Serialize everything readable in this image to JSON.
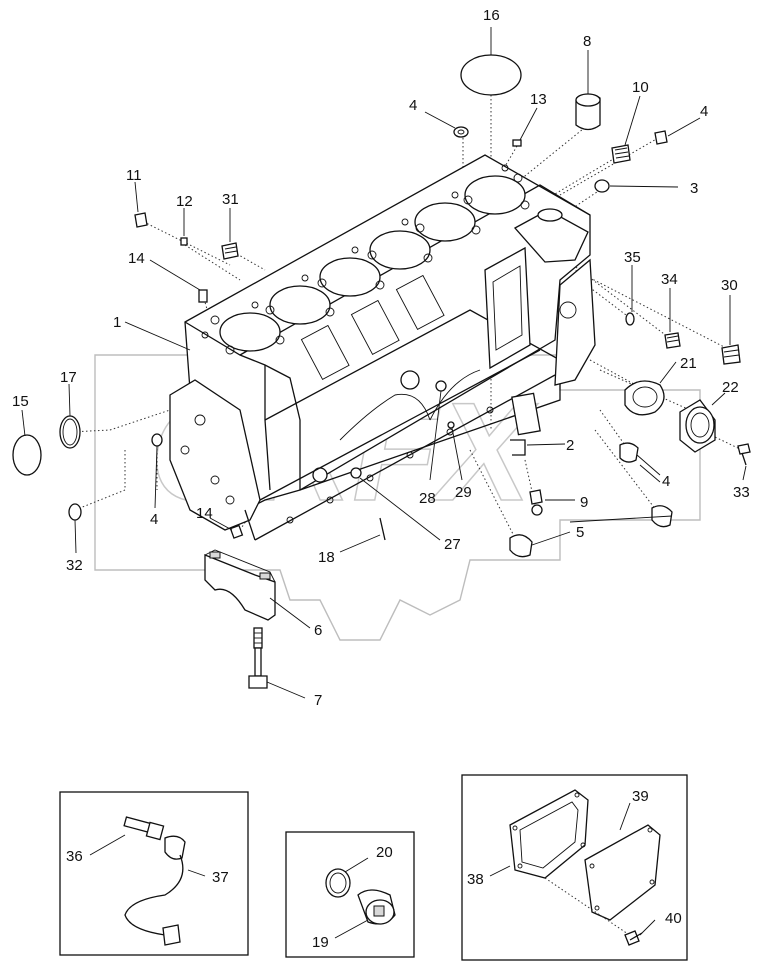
{
  "callouts": [
    {
      "id": "c16",
      "label": "16"
    },
    {
      "id": "c8",
      "label": "8"
    },
    {
      "id": "c4a",
      "label": "4"
    },
    {
      "id": "c13",
      "label": "13"
    },
    {
      "id": "c10",
      "label": "10"
    },
    {
      "id": "c4b",
      "label": "4"
    },
    {
      "id": "c3",
      "label": "3"
    },
    {
      "id": "c11",
      "label": "11"
    },
    {
      "id": "c12",
      "label": "12"
    },
    {
      "id": "c31",
      "label": "31"
    },
    {
      "id": "c14a",
      "label": "14"
    },
    {
      "id": "c35",
      "label": "35"
    },
    {
      "id": "c34",
      "label": "34"
    },
    {
      "id": "c30",
      "label": "30"
    },
    {
      "id": "c1",
      "label": "1"
    },
    {
      "id": "c21",
      "label": "21"
    },
    {
      "id": "c17",
      "label": "17"
    },
    {
      "id": "c15",
      "label": "15"
    },
    {
      "id": "c22",
      "label": "22"
    },
    {
      "id": "c2",
      "label": "2"
    },
    {
      "id": "c4c",
      "label": "4"
    },
    {
      "id": "c33",
      "label": "33"
    },
    {
      "id": "c28",
      "label": "28"
    },
    {
      "id": "c29",
      "label": "29"
    },
    {
      "id": "c9",
      "label": "9"
    },
    {
      "id": "c4d",
      "label": "4"
    },
    {
      "id": "c14b",
      "label": "14"
    },
    {
      "id": "c5",
      "label": "5"
    },
    {
      "id": "c32",
      "label": "32"
    },
    {
      "id": "c18",
      "label": "18"
    },
    {
      "id": "c27",
      "label": "27"
    },
    {
      "id": "c6",
      "label": "6"
    },
    {
      "id": "c7",
      "label": "7"
    },
    {
      "id": "c36",
      "label": "36"
    },
    {
      "id": "c37",
      "label": "37"
    },
    {
      "id": "c20",
      "label": "20"
    },
    {
      "id": "c19",
      "label": "19"
    },
    {
      "id": "c38",
      "label": "38"
    },
    {
      "id": "c39",
      "label": "39"
    },
    {
      "id": "c40",
      "label": "40"
    }
  ]
}
